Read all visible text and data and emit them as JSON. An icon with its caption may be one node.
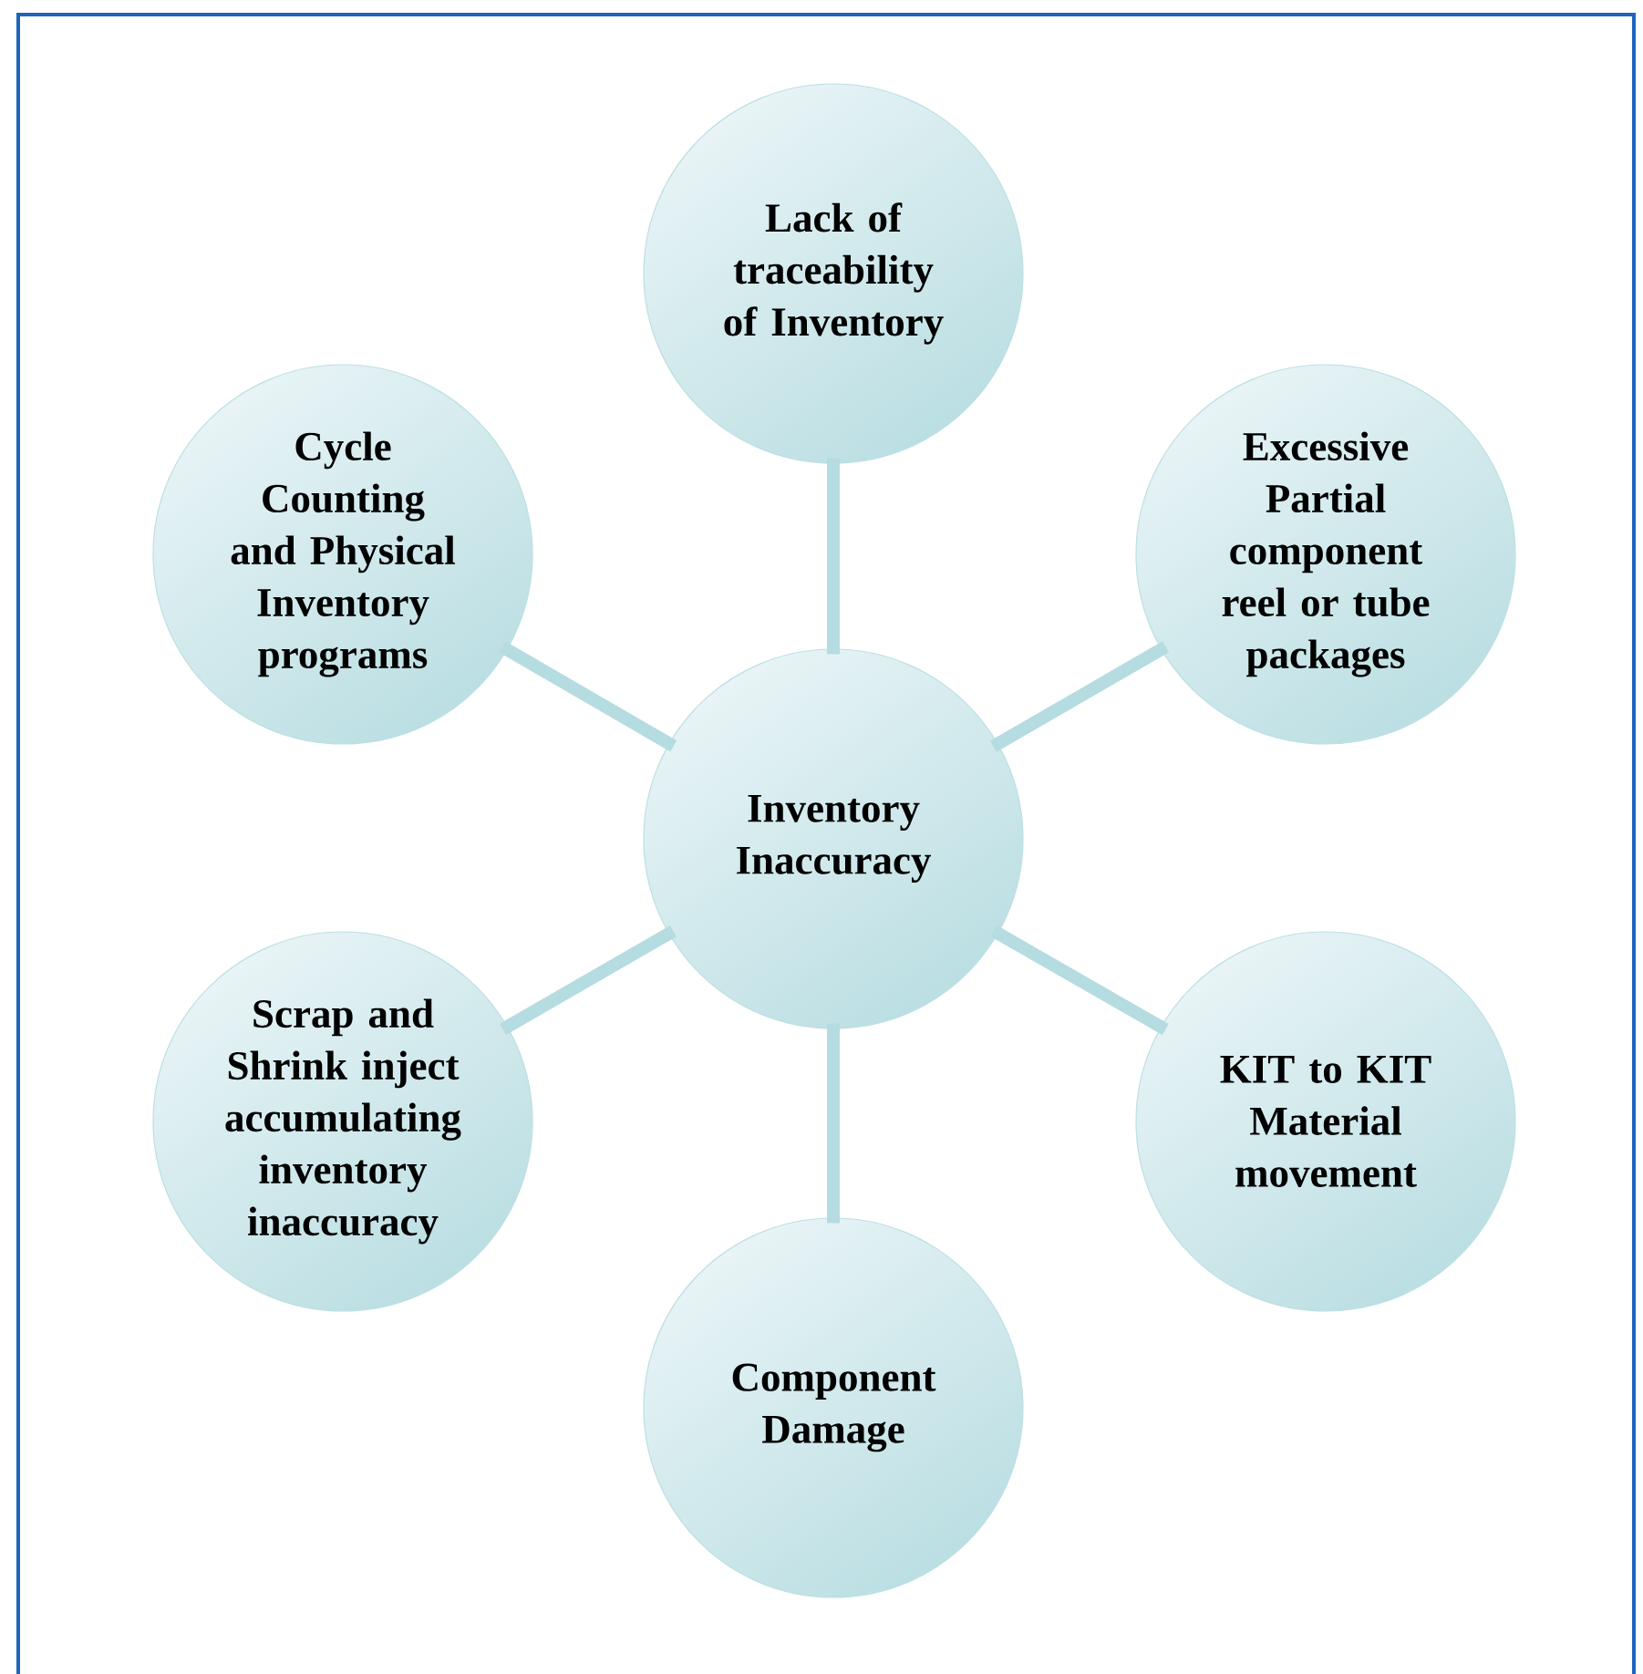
{
  "diagram": {
    "nodes": [
      {
        "text": [
          "Lack of traceability of Inventory"
        ]
      },
      {
        "text": [
          "Cycle Counting and Physical Inventory programs"
        ]
      },
      {
        "text": [
          "Excessive Partial component reel or tube packages"
        ]
      },
      {
        "text": [
          "Inventory Inaccuracy"
        ]
      },
      {
        "text": [
          "Scrap and Shrink inject accumulating inventory inaccuracy"
        ]
      },
      {
        "text": [
          "KIT to KIT Material movement"
        ]
      },
      {
        "text": [
          "Component Damage"
        ]
      }
    ],
    "edges": [
      {
        "from": 3,
        "to": 0,
        "arrow": "none"
      },
      {
        "from": 3,
        "to": 1,
        "arrow": "none"
      },
      {
        "from": 3,
        "to": 2,
        "arrow": "none"
      },
      {
        "from": 3,
        "to": 4,
        "arrow": "none"
      },
      {
        "from": 3,
        "to": 5,
        "arrow": "none"
      },
      {
        "from": 3,
        "to": 6,
        "arrow": "none"
      }
    ]
  }
}
